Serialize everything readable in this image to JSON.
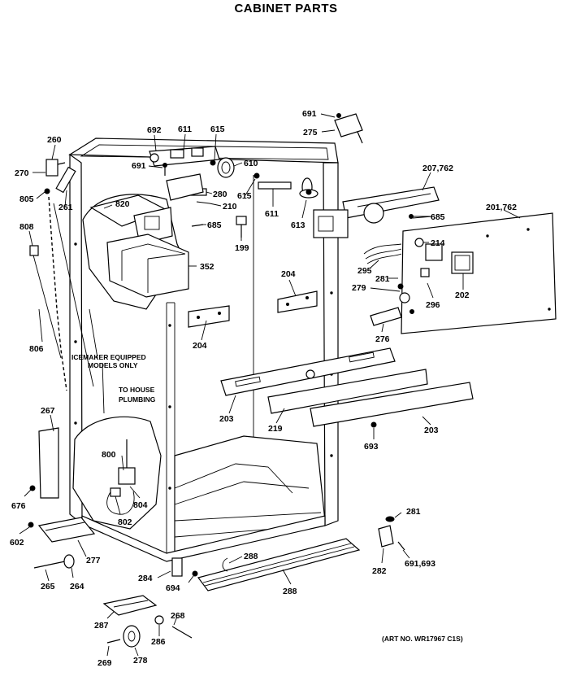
{
  "title": "CABINET PARTS",
  "art_number": "(ART NO. WR17967 C1S)",
  "notes": {
    "icemaker": [
      "ICEMAKER EQUIPPED",
      "MODELS ONLY"
    ],
    "to_house": [
      "TO HOUSE",
      "PLUMBING"
    ]
  },
  "labels": {
    "p691_top": "691",
    "p275": "275",
    "p207_762": "207,762",
    "p201_762": "201,762",
    "p685_right": "685",
    "p214": "214",
    "p295": "295",
    "p281_mid": "281",
    "p279": "279",
    "p296": "296",
    "p202": "202",
    "p276": "276",
    "p692": "692",
    "p611_top": "611",
    "p615_top": "615",
    "p691_mid": "691",
    "p610": "610",
    "p280": "280",
    "p615_mid": "615",
    "p210": "210",
    "p611_mid": "611",
    "p613": "613",
    "p685_mid": "685",
    "p199": "199",
    "p260": "260",
    "p270": "270",
    "p805": "805",
    "p261": "261",
    "p820": "820",
    "p808": "808",
    "p352": "352",
    "p204_left": "204",
    "p204_right": "204",
    "p806": "806",
    "p203_left": "203",
    "p219": "219",
    "p203_right": "203",
    "p693": "693",
    "p267": "267",
    "p800": "800",
    "p804": "804",
    "p802": "802",
    "p676": "676",
    "p602": "602",
    "p277": "277",
    "p265": "265",
    "p264": "264",
    "p281_low": "281",
    "p282": "282",
    "p691_693": "691,693",
    "p288_a": "288",
    "p288_b": "288",
    "p284": "284",
    "p694": "694",
    "p287": "287",
    "p268": "268",
    "p286": "286",
    "p278": "278",
    "p269": "269"
  }
}
